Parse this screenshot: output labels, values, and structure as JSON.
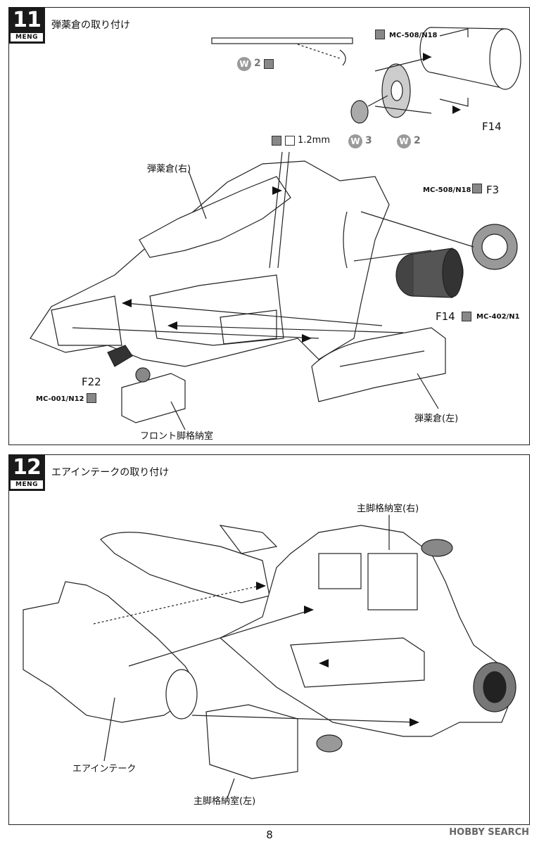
{
  "page_number": "8",
  "watermark": "HOBBY SEARCH",
  "steps": [
    {
      "number": "11",
      "logo": "MENG",
      "title": "弾薬倉の取り付け",
      "labels": {
        "ammo_bay_right": "弾薬倉(右)",
        "ammo_bay_left": "弾薬倉(左)",
        "front_gear_bay": "フロント脚格納室",
        "f14_top": "F14",
        "f14_mid": "F14",
        "f3": "F3",
        "f22": "F22",
        "thickness": "1.2mm"
      },
      "paint_codes": {
        "mc508_top": "MC-508/N18",
        "mc508_mid": "MC-508/N18",
        "mc402": "MC-402/N1",
        "mc001": "MC-001/N12"
      },
      "weathering": [
        {
          "w": "W",
          "num": "2"
        },
        {
          "w": "W",
          "num": "3"
        },
        {
          "w": "W",
          "num": "2"
        }
      ]
    },
    {
      "number": "12",
      "logo": "MENG",
      "title": "エアインテークの取り付け",
      "labels": {
        "main_gear_right": "主脚格納室(右)",
        "main_gear_left": "主脚格納室(左)",
        "intake": "エアインテーク"
      }
    }
  ]
}
